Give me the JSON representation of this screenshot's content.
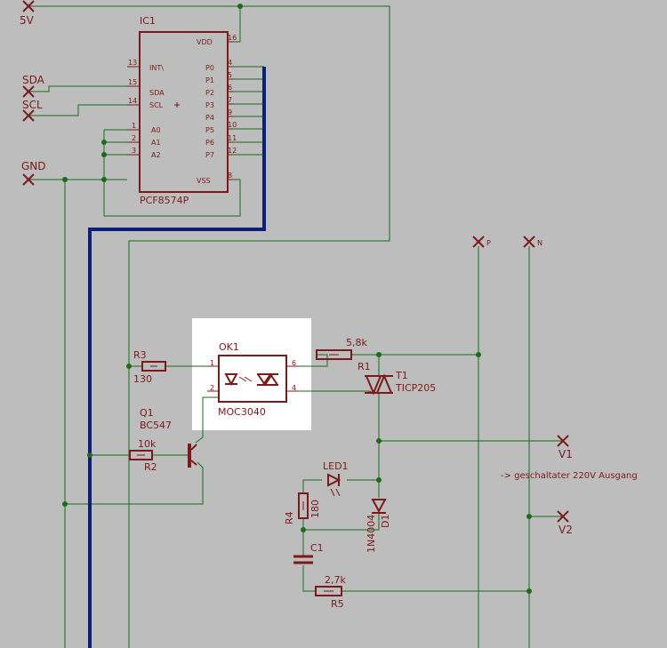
{
  "signals": {
    "v5": "5V",
    "sda": "SDA",
    "scl": "SCL",
    "gnd": "GND",
    "p": "P",
    "n": "N",
    "v1": "V1",
    "v2": "V2"
  },
  "ic1": {
    "name": "IC1",
    "part": "PCF8574P",
    "pins_left": [
      {
        "num": "13",
        "label": "INT\\"
      },
      {
        "num": "15",
        "label": "SDA"
      },
      {
        "num": "14",
        "label": "SCL"
      },
      {
        "num": "1",
        "label": "A0"
      },
      {
        "num": "2",
        "label": "A1"
      },
      {
        "num": "3",
        "label": "A2"
      }
    ],
    "pins_right": [
      {
        "num": "16",
        "label": "VDD"
      },
      {
        "num": "4",
        "label": "P0"
      },
      {
        "num": "5",
        "label": "P1"
      },
      {
        "num": "6",
        "label": "P2"
      },
      {
        "num": "7",
        "label": "P3"
      },
      {
        "num": "9",
        "label": "P4"
      },
      {
        "num": "10",
        "label": "P5"
      },
      {
        "num": "11",
        "label": "P6"
      },
      {
        "num": "12",
        "label": "P7"
      },
      {
        "num": "8",
        "label": "VSS"
      }
    ]
  },
  "ok1": {
    "name": "OK1",
    "part": "MOC3040",
    "pin1": "1",
    "pin2": "2",
    "pin4": "4",
    "pin6": "6"
  },
  "r1": {
    "name": "R1",
    "value": "5,8k"
  },
  "r2": {
    "name": "R2",
    "value": "10k"
  },
  "r3": {
    "name": "R3",
    "value": "130"
  },
  "r4": {
    "name": "R4",
    "value": "180"
  },
  "r5": {
    "name": "R5",
    "value": "2,7k"
  },
  "q1": {
    "name": "Q1",
    "part": "BC547"
  },
  "t1": {
    "name": "T1",
    "part": "TICP205"
  },
  "led1": {
    "name": "LED1"
  },
  "d1": {
    "name": "D1",
    "part": "1N4004"
  },
  "c1": {
    "name": "C1"
  },
  "note": "-> geschaltater 220V Ausgang"
}
